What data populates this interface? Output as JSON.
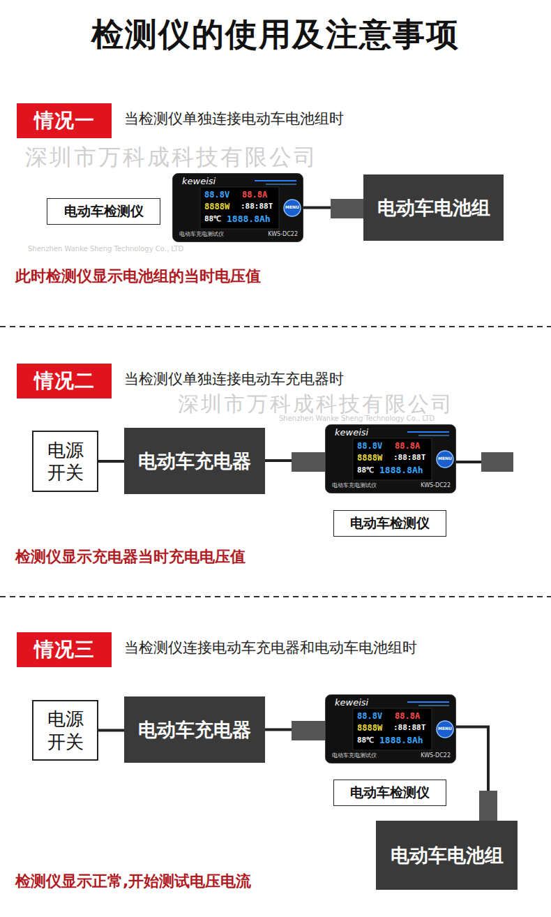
{
  "diagram": {
    "title": "检测仪的使用及注意事项",
    "nodes": [
      {
        "text": [
          "情况一"
        ]
      },
      {
        "text": [
          "电动车检测仪"
        ]
      },
      {
        "text": [
          "keweisi",
          "88.8V",
          "88.8A",
          "8888W",
          ":88:88T",
          "88℃",
          "1888.8Ah",
          "MENU",
          "电动车充电测试仪",
          "KWS-DC22"
        ]
      },
      {
        "text": [
          "电动车电池组"
        ]
      },
      {
        "text": [
          "情况二"
        ]
      },
      {
        "text": [
          "电源开关"
        ]
      },
      {
        "text": [
          "电动车充电器"
        ]
      },
      {
        "text": [
          "keweisi",
          "88.8V",
          "88.8A",
          "8888W",
          ":88:88T",
          "88℃",
          "1888.8Ah",
          "MENU",
          "电动车充电测试仪",
          "KWS-DC22"
        ]
      },
      {
        "text": [
          "电动车检测仪"
        ]
      },
      {
        "text": [
          "情况三"
        ]
      },
      {
        "text": [
          "电源开关"
        ]
      },
      {
        "text": [
          "电动车充电器"
        ]
      },
      {
        "text": [
          "keweisi",
          "88.8V",
          "88.8A",
          "8888W",
          ":88:88T",
          "88℃",
          "1888.8Ah",
          "MENU",
          "电动车充电测试仪",
          "KWS-DC22"
        ]
      },
      {
        "text": [
          "电动车检测仪"
        ]
      },
      {
        "text": [
          "电动车电池组"
        ]
      }
    ],
    "edges": [
      {
        "from": 2,
        "to": 3,
        "arrow": "none"
      },
      {
        "from": 5,
        "to": 6,
        "arrow": "none"
      },
      {
        "from": 6,
        "to": 7,
        "arrow": "none"
      },
      {
        "from": 10,
        "to": 11,
        "arrow": "none"
      },
      {
        "from": 11,
        "to": 12,
        "arrow": "none"
      },
      {
        "from": 12,
        "to": 14,
        "arrow": "none"
      }
    ],
    "labels": [
      "当检测仪单独连接电动车电池组时",
      "深圳市万科成科技有限公司",
      "Shenzhen Wanke Sheng Technology Co., LTD",
      "此时检测仪显示电池组的当时电压值",
      "当检测仪单独连接电动车充电器时",
      "深圳市万科成科技有限公司",
      "Shenzhen Wanke Sheng Technology Co., LTD",
      "检测仪显示充电器当时充电电压值",
      "当检测仪连接电动车充电器和电动车电池组时",
      "检测仪显示正常,开始测试电压电流"
    ]
  }
}
